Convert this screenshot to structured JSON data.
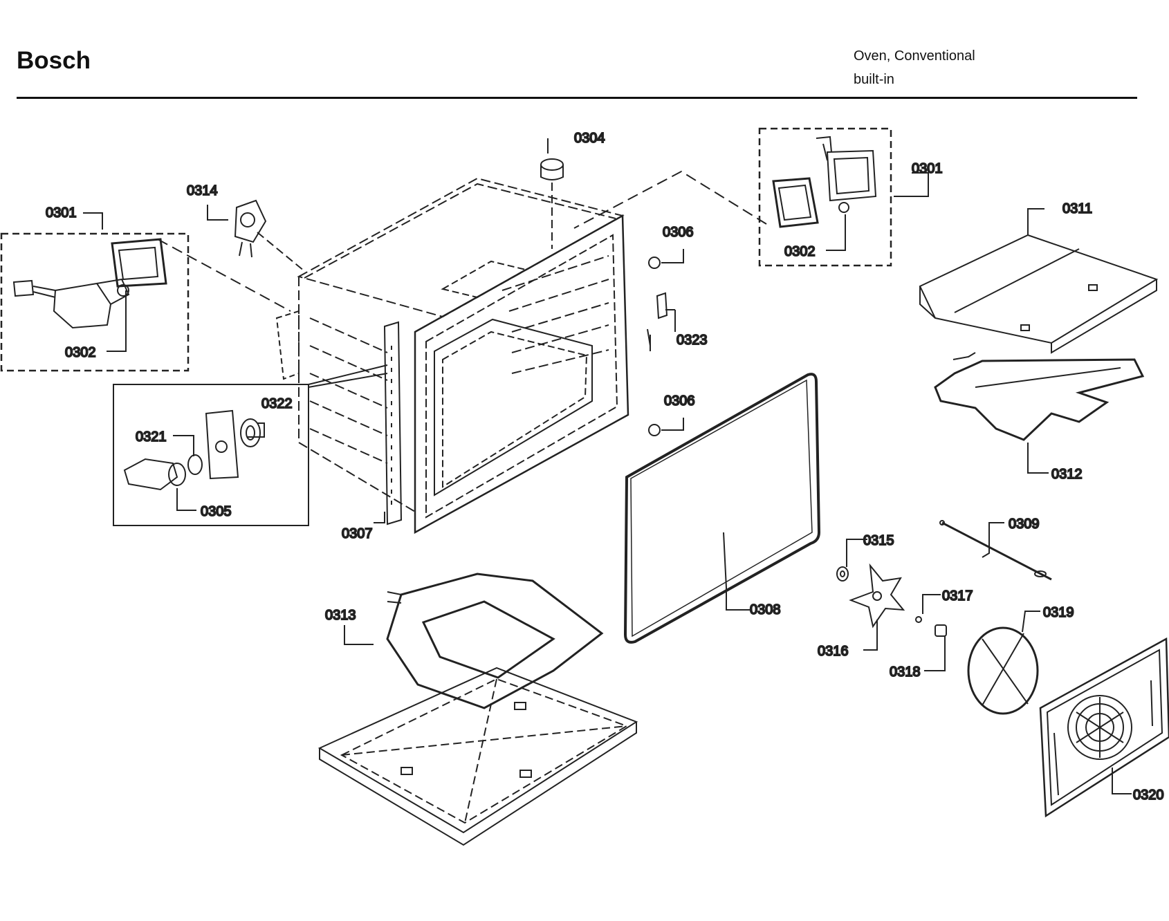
{
  "header": {
    "brand": "Bosch",
    "product_line1": "Oven, Conventional",
    "product_line2": "built-in"
  },
  "callouts": {
    "c0301_left": "0301",
    "c0302_left": "0302",
    "c0314": "0314",
    "c0304": "0304",
    "c0301_right": "0301",
    "c0302_right": "0302",
    "c0306_top": "0306",
    "c0323": "0323",
    "c0306_bottom": "0306",
    "c0311": "0311",
    "c0312": "0312",
    "c0322": "0322",
    "c0321": "0321",
    "c0305": "0305",
    "c0307": "0307",
    "c0308": "0308",
    "c0309": "0309",
    "c0315": "0315",
    "c0317": "0317",
    "c0316": "0316",
    "c0318": "0318",
    "c0319": "0319",
    "c0313": "0313",
    "c0320": "0320"
  }
}
